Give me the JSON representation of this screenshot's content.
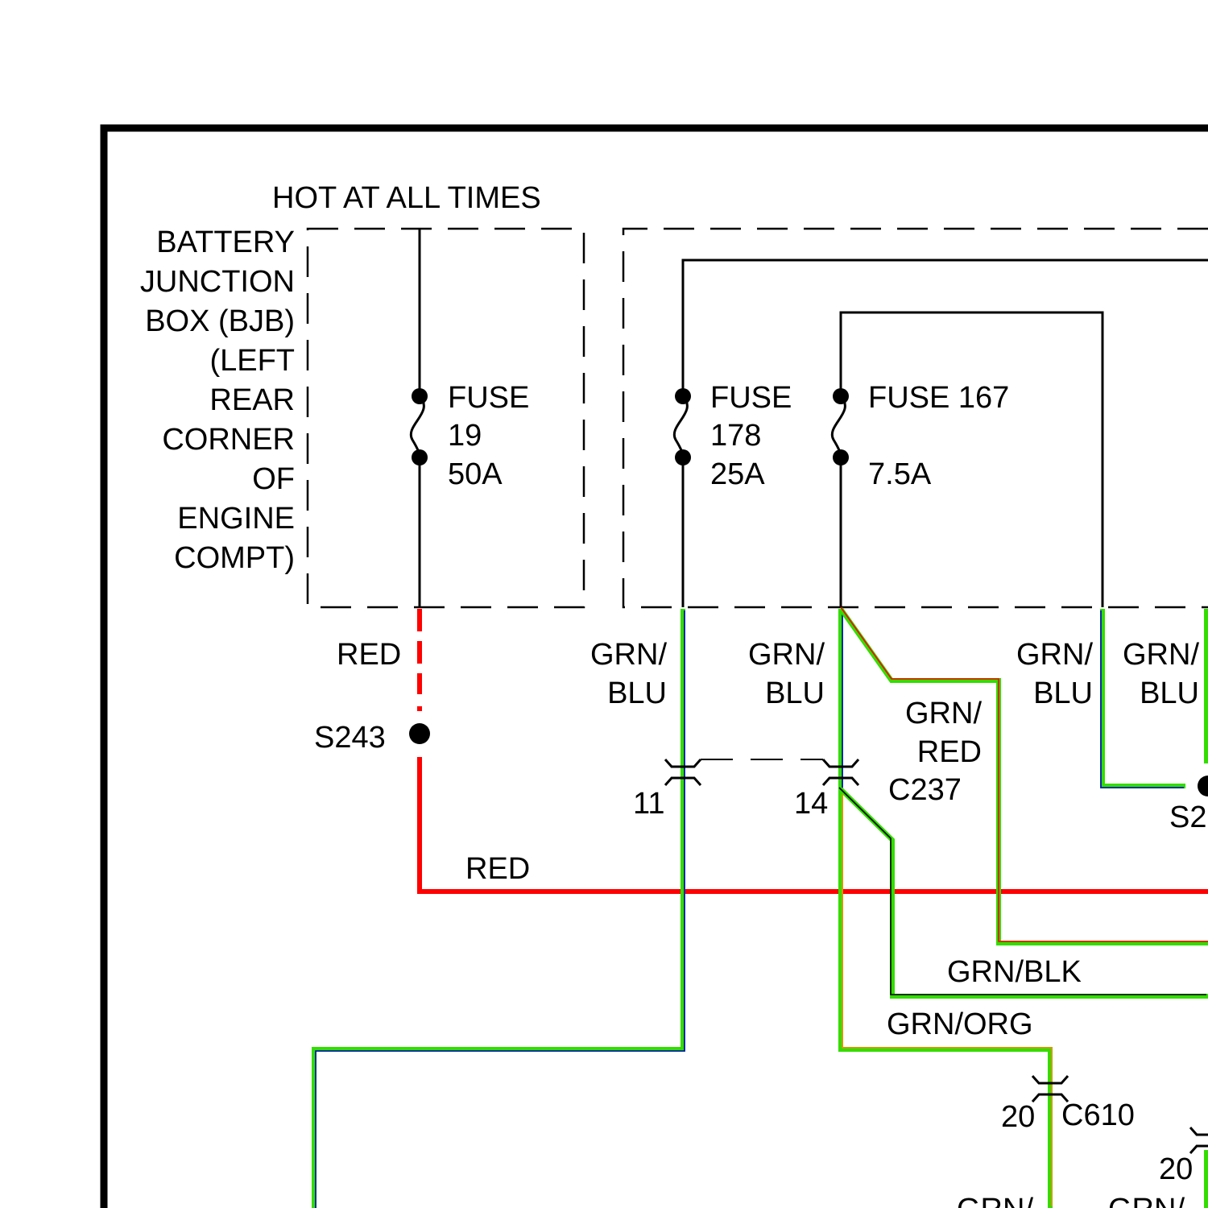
{
  "diagram": {
    "header": "HOT AT ALL TIMES",
    "bjb_label": [
      "BATTERY",
      "JUNCTION",
      "BOX (BJB)",
      "(LEFT",
      "REAR",
      "CORNER",
      "OF",
      "ENGINE",
      "COMPT)"
    ],
    "fuses": [
      {
        "name": "fuse-19",
        "lines": [
          "FUSE",
          "19",
          "50A"
        ]
      },
      {
        "name": "fuse-178",
        "lines": [
          "FUSE",
          "178",
          "25A"
        ]
      },
      {
        "name": "fuse-167",
        "lines": [
          "FUSE 167",
          "7.5A"
        ]
      }
    ],
    "wire_labels": {
      "red_top": "RED",
      "red_horizontal": "RED",
      "grn_blu_1": [
        "GRN/",
        "BLU"
      ],
      "grn_blu_2": [
        "GRN/",
        "BLU"
      ],
      "grn_red": [
        "GRN/",
        "RED"
      ],
      "grn_blu_3": [
        "GRN/",
        "BLU"
      ],
      "grn_blu_4": [
        "GRN/",
        "BLU"
      ],
      "grn_blk": "GRN/BLK",
      "grn_org": "GRN/ORG",
      "bottom_1": "GRN/",
      "bottom_2": "GRN/"
    },
    "splices": {
      "s243": "S243",
      "s2": "S2"
    },
    "connectors": {
      "c237": "C237",
      "c237_pin_11": "11",
      "c237_pin_14": "14",
      "c610": "C610",
      "c610_pin": "20",
      "right_pin": "20"
    },
    "colors": {
      "red": "#ff0000",
      "green": "#33dd00",
      "blue": "#0000cc",
      "orange": "#ff8800",
      "black": "#000000"
    }
  }
}
